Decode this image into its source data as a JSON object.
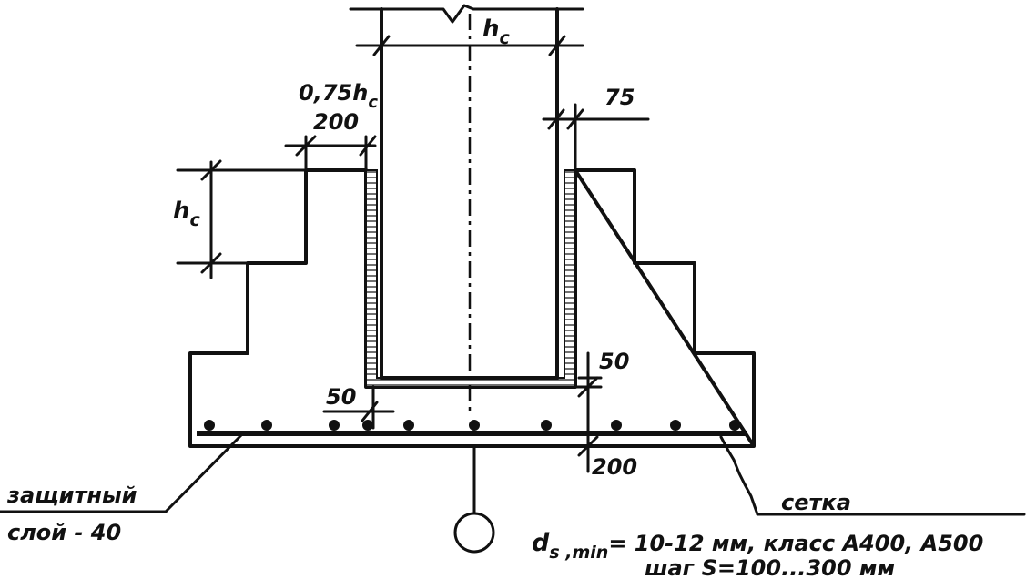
{
  "dimensions": {
    "column_width": "h",
    "column_width_sub": "c",
    "step_height": "h",
    "step_height_sub": "c",
    "anchorage_top": "0,75h",
    "anchorage_top_sub": "c",
    "gap_200_top": "200",
    "clear_75": "75",
    "clear_50_right": "50",
    "clear_50_left": "50",
    "bottom_200": "200"
  },
  "labels": {
    "cover_line1": "защитный",
    "cover_line2": "слой - 40",
    "mesh": "сетка",
    "spec_d": "d",
    "spec_d_sub": "s ,min",
    "spec_rest": "= 10-12 мм, класс А400, А500",
    "spacing": "шаг S=100...300 мм"
  },
  "colors": {
    "ink": "#111111",
    "paper": "#ffffff"
  }
}
